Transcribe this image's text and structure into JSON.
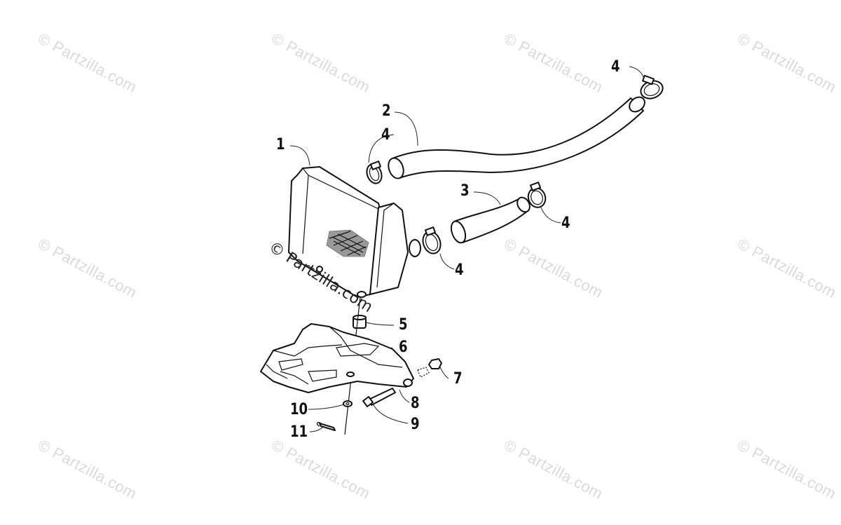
{
  "watermark": {
    "text": "© Partzilla.com"
  },
  "callouts": [
    {
      "id": "c1",
      "label": "1"
    },
    {
      "id": "c2",
      "label": "2"
    },
    {
      "id": "c3",
      "label": "3"
    },
    {
      "id": "c4a",
      "label": "4"
    },
    {
      "id": "c4b",
      "label": "4"
    },
    {
      "id": "c4c",
      "label": "4"
    },
    {
      "id": "c4d",
      "label": "4"
    },
    {
      "id": "c5",
      "label": "5"
    },
    {
      "id": "c6",
      "label": "6"
    },
    {
      "id": "c7",
      "label": "7"
    },
    {
      "id": "c8",
      "label": "8"
    },
    {
      "id": "c9",
      "label": "9"
    },
    {
      "id": "c10",
      "label": "10"
    },
    {
      "id": "c11",
      "label": "11"
    }
  ]
}
